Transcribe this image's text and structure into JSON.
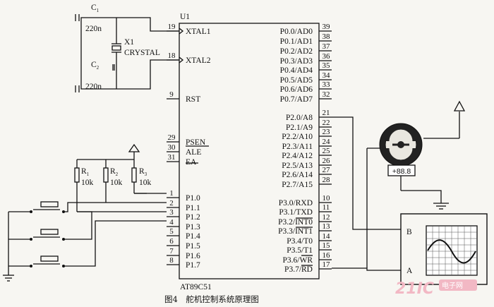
{
  "chip": {
    "ref": "U1",
    "part": "AT89C51"
  },
  "left_pins": [
    {
      "num": "19",
      "label": "XTAL1"
    },
    {
      "num": "18",
      "label": "XTAL2"
    },
    {
      "num": "9",
      "label": "RST"
    },
    {
      "num": "29",
      "label": "PSEN"
    },
    {
      "num": "30",
      "label": "ALE"
    },
    {
      "num": "31",
      "label": "EA"
    },
    {
      "num": "1",
      "label": "P1.0"
    },
    {
      "num": "2",
      "label": "P1.1"
    },
    {
      "num": "3",
      "label": "P1.2"
    },
    {
      "num": "4",
      "label": "P1.3"
    },
    {
      "num": "5",
      "label": "P1.4"
    },
    {
      "num": "6",
      "label": "P1.5"
    },
    {
      "num": "7",
      "label": "P1.6"
    },
    {
      "num": "8",
      "label": "P1.7"
    }
  ],
  "right_pins": [
    {
      "num": "39",
      "label": "P0.0/AD0"
    },
    {
      "num": "38",
      "label": "P0.1/AD1"
    },
    {
      "num": "37",
      "label": "P0.2/AD2"
    },
    {
      "num": "36",
      "label": "P0.3/AD3"
    },
    {
      "num": "35",
      "label": "P0.4/AD4"
    },
    {
      "num": "34",
      "label": "P0.5/AD5"
    },
    {
      "num": "33",
      "label": "P0.6/AD6"
    },
    {
      "num": "32",
      "label": "P0.7/AD7"
    },
    {
      "num": "21",
      "label": "P2.0/A8"
    },
    {
      "num": "22",
      "label": "P2.1/A9"
    },
    {
      "num": "23",
      "label": "P2.2/A10"
    },
    {
      "num": "24",
      "label": "P2.3/A11"
    },
    {
      "num": "25",
      "label": "P2.4/A12"
    },
    {
      "num": "26",
      "label": "P2.5/A13"
    },
    {
      "num": "27",
      "label": "P2.6/A14"
    },
    {
      "num": "28",
      "label": "P2.7/A15"
    },
    {
      "num": "10",
      "label": "P3.0/RXD"
    },
    {
      "num": "11",
      "label": "P3.1/TXD"
    },
    {
      "num": "12",
      "label": "P3.2/INT0"
    },
    {
      "num": "13",
      "label": "P3.3/INT1"
    },
    {
      "num": "14",
      "label": "P3.4/T0"
    },
    {
      "num": "15",
      "label": "P3.5/T1"
    },
    {
      "num": "16",
      "label": "P3.6/WR"
    },
    {
      "num": "17",
      "label": "P3.7/RD"
    }
  ],
  "capacitors": [
    {
      "ref": "C",
      "sub": "1",
      "value": "220n"
    },
    {
      "ref": "C",
      "sub": "2",
      "value": "220n"
    }
  ],
  "crystal": {
    "ref": "X1",
    "label": "CRYSTAL"
  },
  "resistors": [
    {
      "ref": "R",
      "sub": "1",
      "value": "10k"
    },
    {
      "ref": "R",
      "sub": "2",
      "value": "10k"
    },
    {
      "ref": "R",
      "sub": "3",
      "value": "10k"
    }
  ],
  "servo_display": "+88.8",
  "scope": {
    "channel_b": "B",
    "channel_a": "A"
  },
  "caption": "图4　舵机控制系统原理图",
  "watermark": {
    "brand": "21IC",
    "sub": "电子网"
  }
}
